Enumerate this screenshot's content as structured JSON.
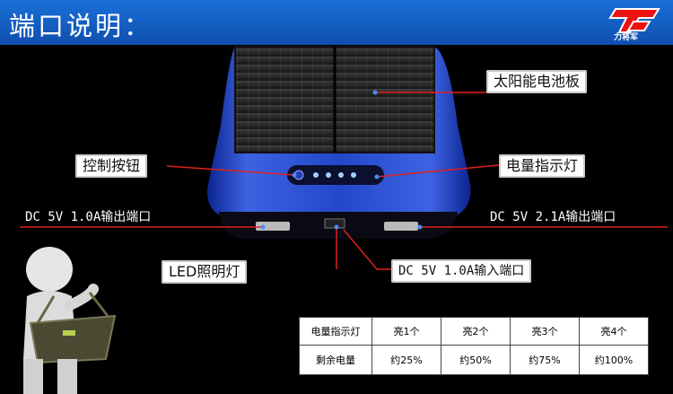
{
  "header": {
    "title": "端口说明：",
    "logo_text": "力将军"
  },
  "labels": {
    "solar_panel": "太阳能电池板",
    "control_button": "控制按钮",
    "power_indicator": "电量指示灯",
    "output_1a": "DC 5V 1.0A输出端口",
    "output_21a": "DC 5V 2.1A输出端口",
    "led_light": "LED照明灯",
    "input_port": "DC 5V 1.0A输入端口"
  },
  "table": {
    "row1": [
      "电量指示灯",
      "亮1个",
      "亮2个",
      "亮3个",
      "亮4个"
    ],
    "row2": [
      "剩余电量",
      "约25%",
      "约50%",
      "约75%",
      "约100%"
    ]
  },
  "colors": {
    "header": "#1b70d8",
    "device_blue": "#1f3fb4",
    "line_red": "#e0201b"
  }
}
